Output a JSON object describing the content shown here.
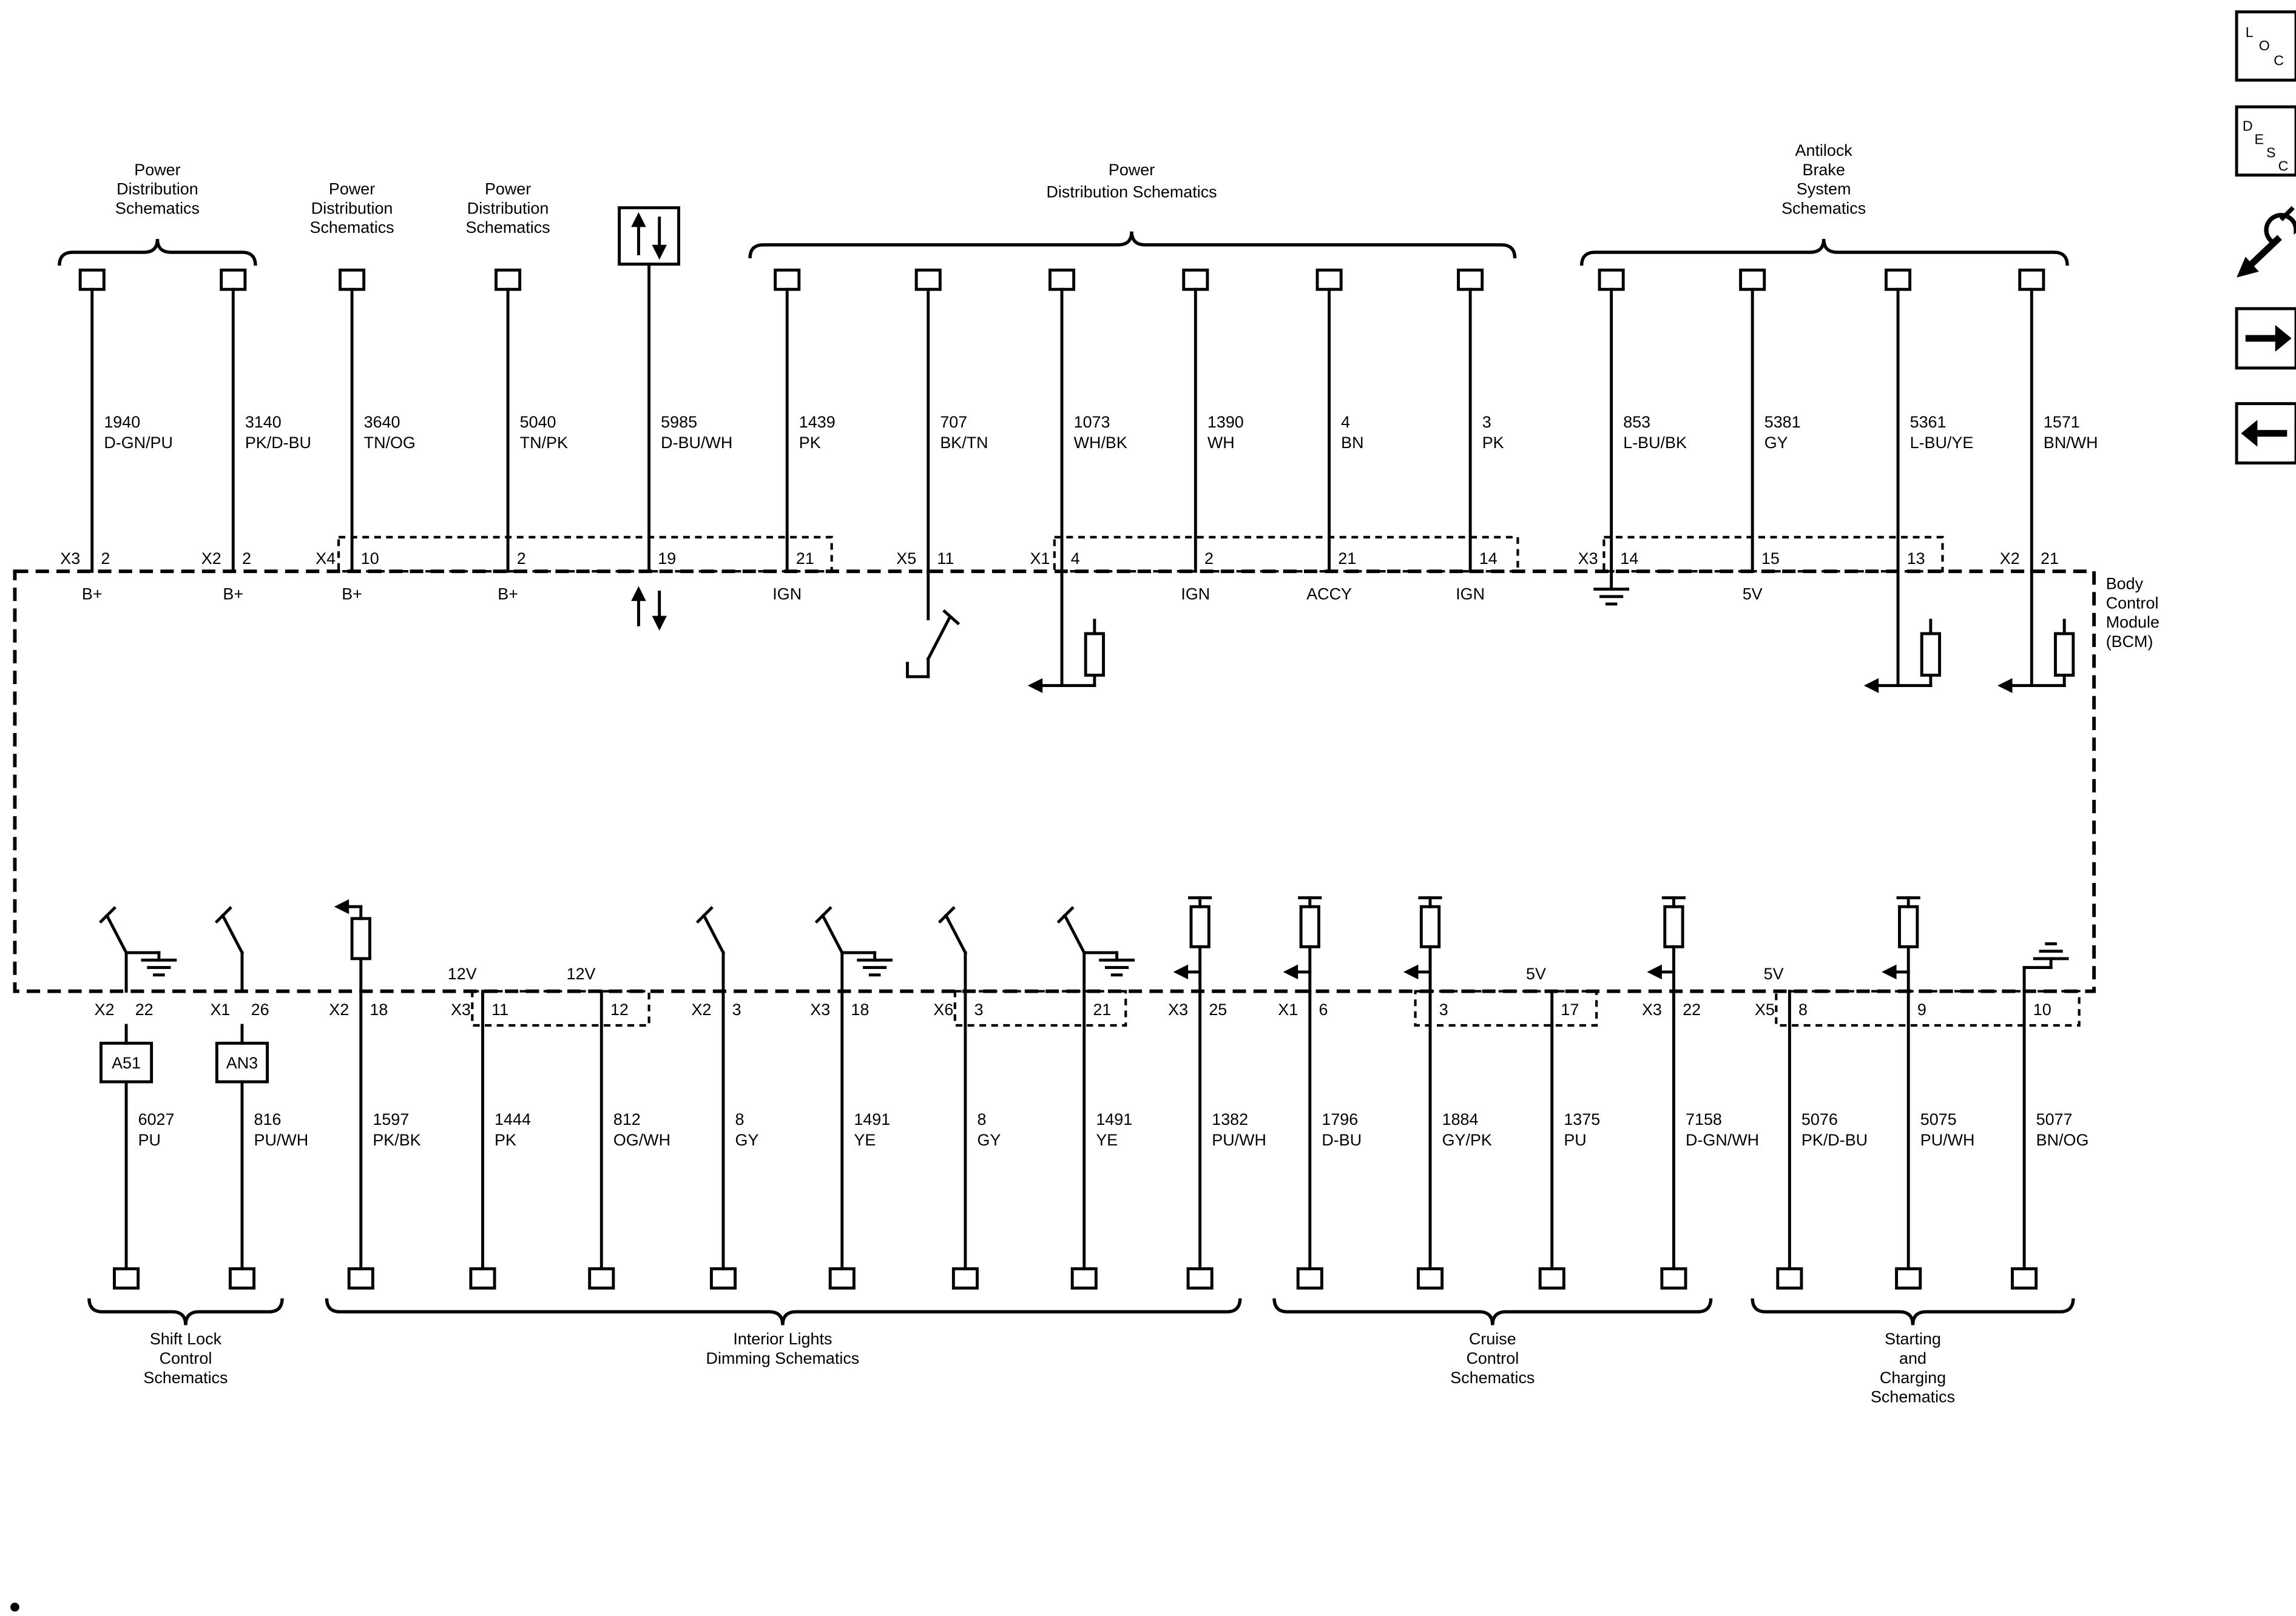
{
  "bcm": {
    "lines": [
      "Body",
      "Control",
      "Module",
      "(BCM)"
    ]
  },
  "top_groups": [
    {
      "lines": [
        "Power",
        "Distribution",
        "Schematics"
      ]
    },
    {
      "lines": [
        "Power",
        "Distribution",
        "Schematics"
      ]
    },
    {
      "lines": [
        "Power",
        "Distribution",
        "Schematics"
      ]
    },
    {
      "lines": [
        "Power",
        "Distribution Schematics"
      ]
    },
    {
      "lines": [
        "Antilock",
        "Brake",
        "System",
        "Schematics"
      ]
    }
  ],
  "top_wires": [
    {
      "circuit": "1940",
      "color": "D-GN/PU",
      "conn": "X3",
      "pin": "2",
      "fn": "B+"
    },
    {
      "circuit": "3140",
      "color": "PK/D-BU",
      "conn": "X2",
      "pin": "2",
      "fn": "B+"
    },
    {
      "circuit": "3640",
      "color": "TN/OG",
      "conn": "X4",
      "pin": "10",
      "fn": "B+"
    },
    {
      "circuit": "5040",
      "color": "TN/PK",
      "conn": "",
      "pin": "2",
      "fn": "B+"
    },
    {
      "circuit": "5985",
      "color": "D-BU/WH",
      "conn": "",
      "pin": "19",
      "fn": ""
    },
    {
      "circuit": "1439",
      "color": "PK",
      "conn": "",
      "pin": "21",
      "fn": "IGN"
    },
    {
      "circuit": "707",
      "color": "BK/TN",
      "conn": "X5",
      "pin": "11",
      "fn": ""
    },
    {
      "circuit": "1073",
      "color": "WH/BK",
      "conn": "X1",
      "pin": "4",
      "fn": ""
    },
    {
      "circuit": "1390",
      "color": "WH",
      "conn": "",
      "pin": "2",
      "fn": "IGN"
    },
    {
      "circuit": "4",
      "color": "BN",
      "conn": "",
      "pin": "21",
      "fn": "ACCY"
    },
    {
      "circuit": "3",
      "color": "PK",
      "conn": "",
      "pin": "14",
      "fn": "IGN"
    },
    {
      "circuit": "853",
      "color": "L-BU/BK",
      "conn": "X3",
      "pin": "14",
      "fn": ""
    },
    {
      "circuit": "5381",
      "color": "GY",
      "conn": "",
      "pin": "15",
      "fn": "5V"
    },
    {
      "circuit": "5361",
      "color": "L-BU/YE",
      "conn": "",
      "pin": "13",
      "fn": ""
    },
    {
      "circuit": "1571",
      "color": "BN/WH",
      "conn": "X2",
      "pin": "21",
      "fn": ""
    }
  ],
  "bottom_wires": [
    {
      "conn": "X2",
      "pin": "22",
      "circuit": "6027",
      "color": "PU",
      "box": "A51"
    },
    {
      "conn": "X1",
      "pin": "26",
      "circuit": "816",
      "color": "PU/WH",
      "box": "AN3"
    },
    {
      "conn": "X2",
      "pin": "18",
      "circuit": "1597",
      "color": "PK/BK"
    },
    {
      "conn": "X3",
      "pin": "11",
      "circuit": "1444",
      "color": "PK",
      "supply": "12V"
    },
    {
      "conn": "",
      "pin": "12",
      "circuit": "812",
      "color": "OG/WH",
      "supply": "12V"
    },
    {
      "conn": "X2",
      "pin": "3",
      "circuit": "8",
      "color": "GY"
    },
    {
      "conn": "X3",
      "pin": "18",
      "circuit": "1491",
      "color": "YE"
    },
    {
      "conn": "X6",
      "pin": "3",
      "circuit": "8",
      "color": "GY"
    },
    {
      "conn": "",
      "pin": "21",
      "circuit": "1491",
      "color": "YE"
    },
    {
      "conn": "X3",
      "pin": "25",
      "circuit": "1382",
      "color": "PU/WH"
    },
    {
      "conn": "X1",
      "pin": "6",
      "circuit": "1796",
      "color": "D-BU"
    },
    {
      "conn": "",
      "pin": "3",
      "circuit": "1884",
      "color": "GY/PK"
    },
    {
      "conn": "",
      "pin": "17",
      "circuit": "1375",
      "color": "PU",
      "supply": "5V"
    },
    {
      "conn": "X3",
      "pin": "22",
      "circuit": "7158",
      "color": "D-GN/WH"
    },
    {
      "conn": "X5",
      "pin": "8",
      "circuit": "5076",
      "color": "PK/D-BU",
      "supply": "5V"
    },
    {
      "conn": "",
      "pin": "9",
      "circuit": "5075",
      "color": "PU/WH"
    },
    {
      "conn": "",
      "pin": "10",
      "circuit": "5077",
      "color": "BN/OG"
    }
  ],
  "bottom_groups": [
    {
      "lines": [
        "Shift Lock",
        "Control",
        "Schematics"
      ]
    },
    {
      "lines": [
        "Interior Lights",
        "Dimming Schematics"
      ]
    },
    {
      "lines": [
        "Cruise",
        "Control",
        "Schematics"
      ]
    },
    {
      "lines": [
        "Starting",
        "and",
        "Charging",
        "Schematics"
      ]
    }
  ],
  "sidebar": {
    "loc": [
      "L",
      "O",
      "C"
    ],
    "desc": [
      "D",
      "E",
      "S",
      "C"
    ]
  }
}
